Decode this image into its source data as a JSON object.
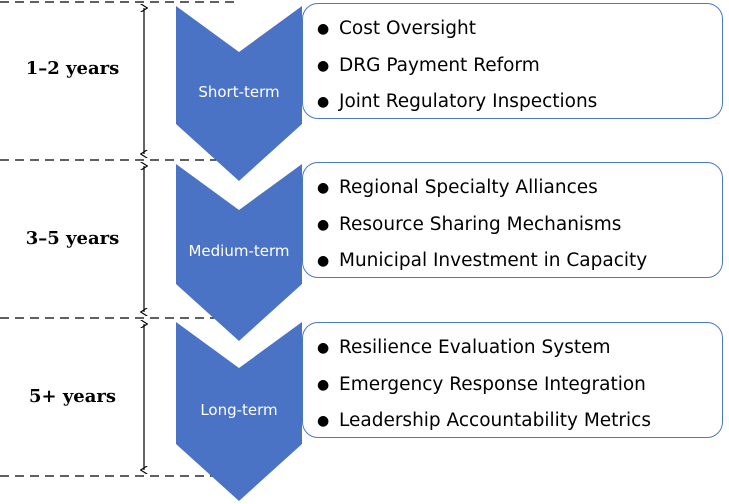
{
  "colors": {
    "chevron": "#4a73c6",
    "box_border": "#4a78c8",
    "rule": "#000000"
  },
  "stages": [
    {
      "years": "1–2 years",
      "phase": "Short-term",
      "items": [
        "Cost Oversight",
        "DRG Payment Reform",
        "Joint Regulatory Inspections"
      ]
    },
    {
      "years": "3–5 years",
      "phase": "Medium-term",
      "items": [
        "Regional Specialty Alliances",
        "Resource Sharing Mechanisms",
        "Municipal Investment in Capacity"
      ]
    },
    {
      "years": "5+ years",
      "phase": "Long-term",
      "items": [
        "Resilience Evaluation System",
        "Emergency Response Integration",
        "Leadership Accountability Metrics"
      ]
    }
  ]
}
